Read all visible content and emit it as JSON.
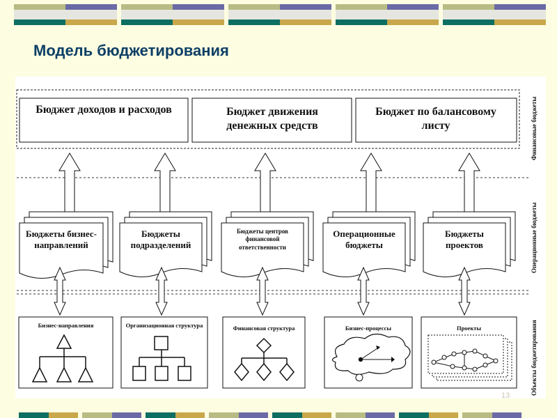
{
  "slide": {
    "title": "Модель бюджетирования",
    "page_number": "13"
  },
  "palette": {
    "background": "#fdfde1",
    "band_olive": "#b8bc84",
    "band_purple": "#6a6aa6",
    "band_teal": "#0d6e62",
    "band_gold": "#c8a84a",
    "band_light": "#e6e6e0",
    "title_color": "#0d3f66"
  },
  "financial_budgets": [
    "Бюджет доходов и расходов",
    "Бюджет движения денежных средств",
    "Бюджет по балансовому листу"
  ],
  "operational_budgets": [
    "Бюджеты бизнес-направлений",
    "Бюджеты подразделений",
    "Бюджеты центров финансовой ответственности",
    "Операционные бюджеты",
    "Бюджеты проектов"
  ],
  "budgeting_objects": [
    "Бизнес-направления",
    "Организационная структура",
    "Финансовая структура",
    "Бизнес-процессы",
    "Проекты"
  ],
  "layer_labels": {
    "financial": "Финансовые бюджеты",
    "operational": "Операционные бюджеты",
    "objects": "Объекты бюджетирования"
  }
}
